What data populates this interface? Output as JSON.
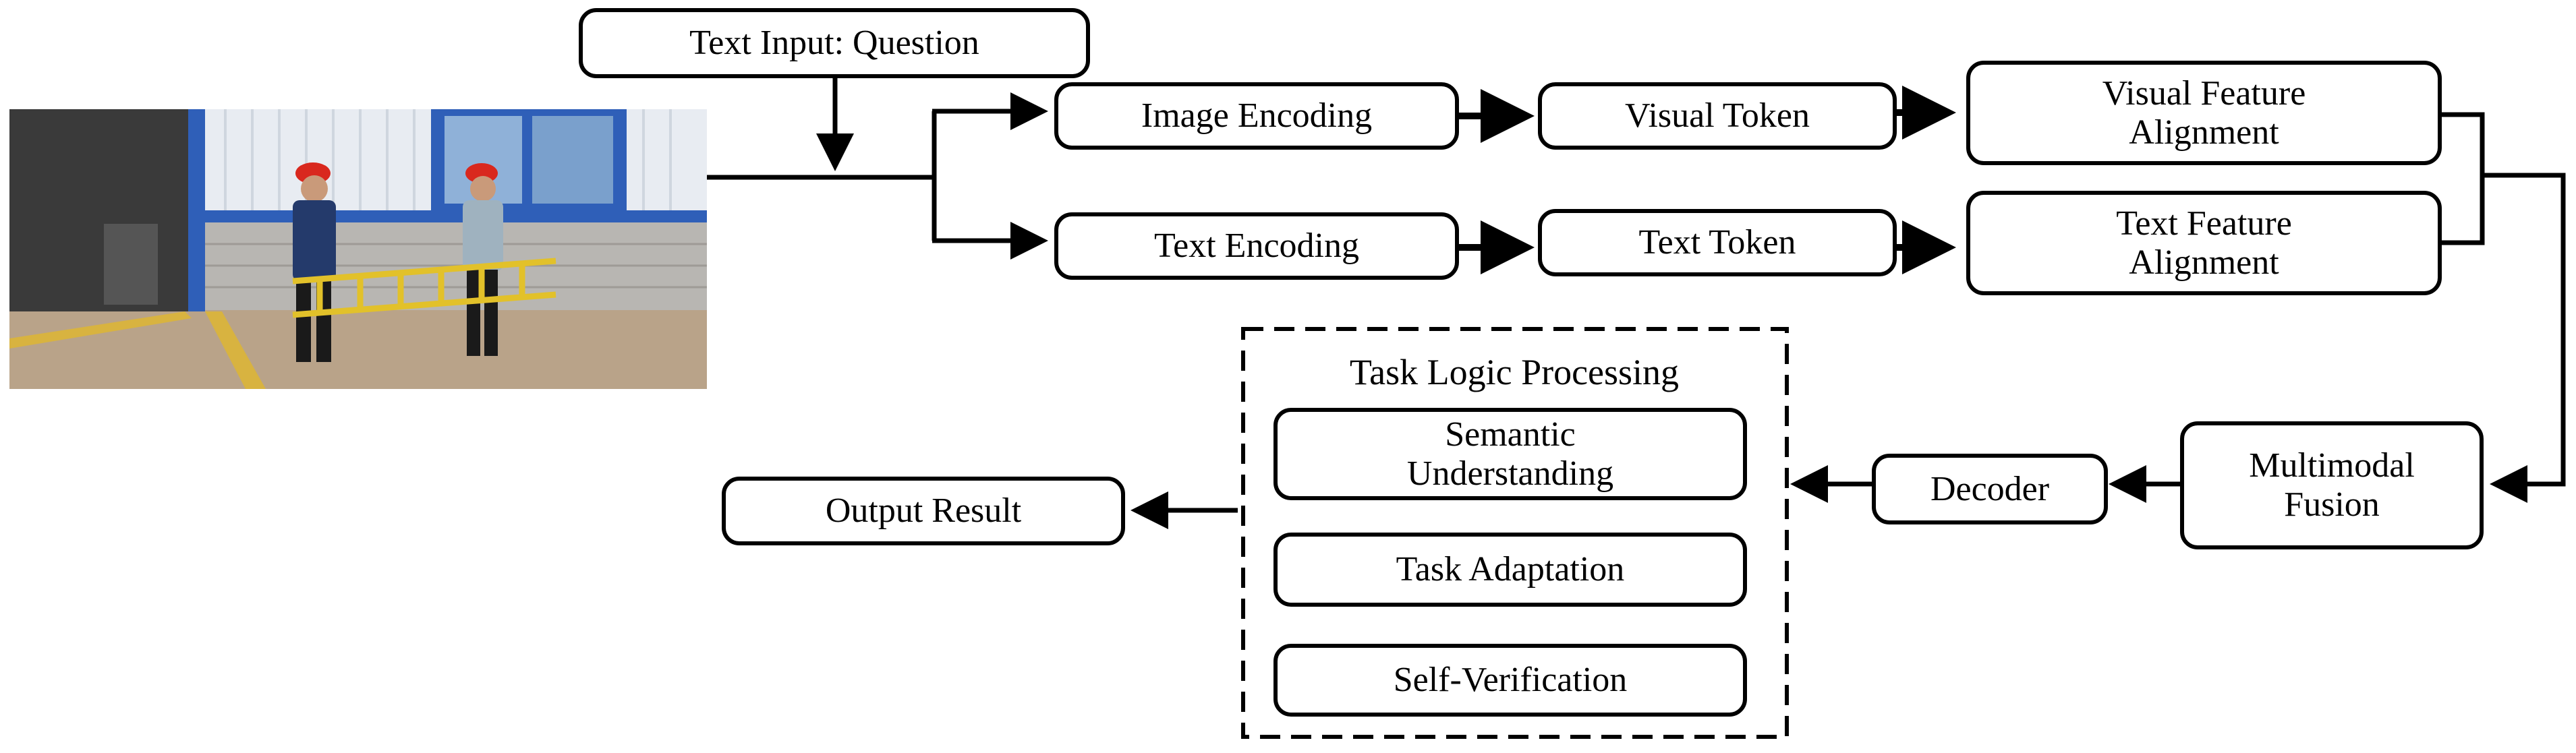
{
  "diagram": {
    "text_input": "Text Input: Question",
    "image_encoding": "Image Encoding",
    "text_encoding": "Text Encoding",
    "visual_token": "Visual Token",
    "text_token": "Text Token",
    "visual_feature_alignment": [
      "Visual Feature",
      "Alignment"
    ],
    "text_feature_alignment": [
      "Text Feature",
      "Alignment"
    ],
    "multimodal_fusion": [
      "Multimodal",
      "Fusion"
    ],
    "decoder": "Decoder",
    "task_logic_group": {
      "title": "Task Logic Processing",
      "semantic_understanding": [
        "Semantic",
        "Understanding"
      ],
      "task_adaptation": "Task Adaptation",
      "self_verification": "Self-Verification"
    },
    "output_result": "Output Result"
  },
  "photo": {
    "depicts": "two workers in red hard hats carrying a yellow ladder outside a building"
  }
}
